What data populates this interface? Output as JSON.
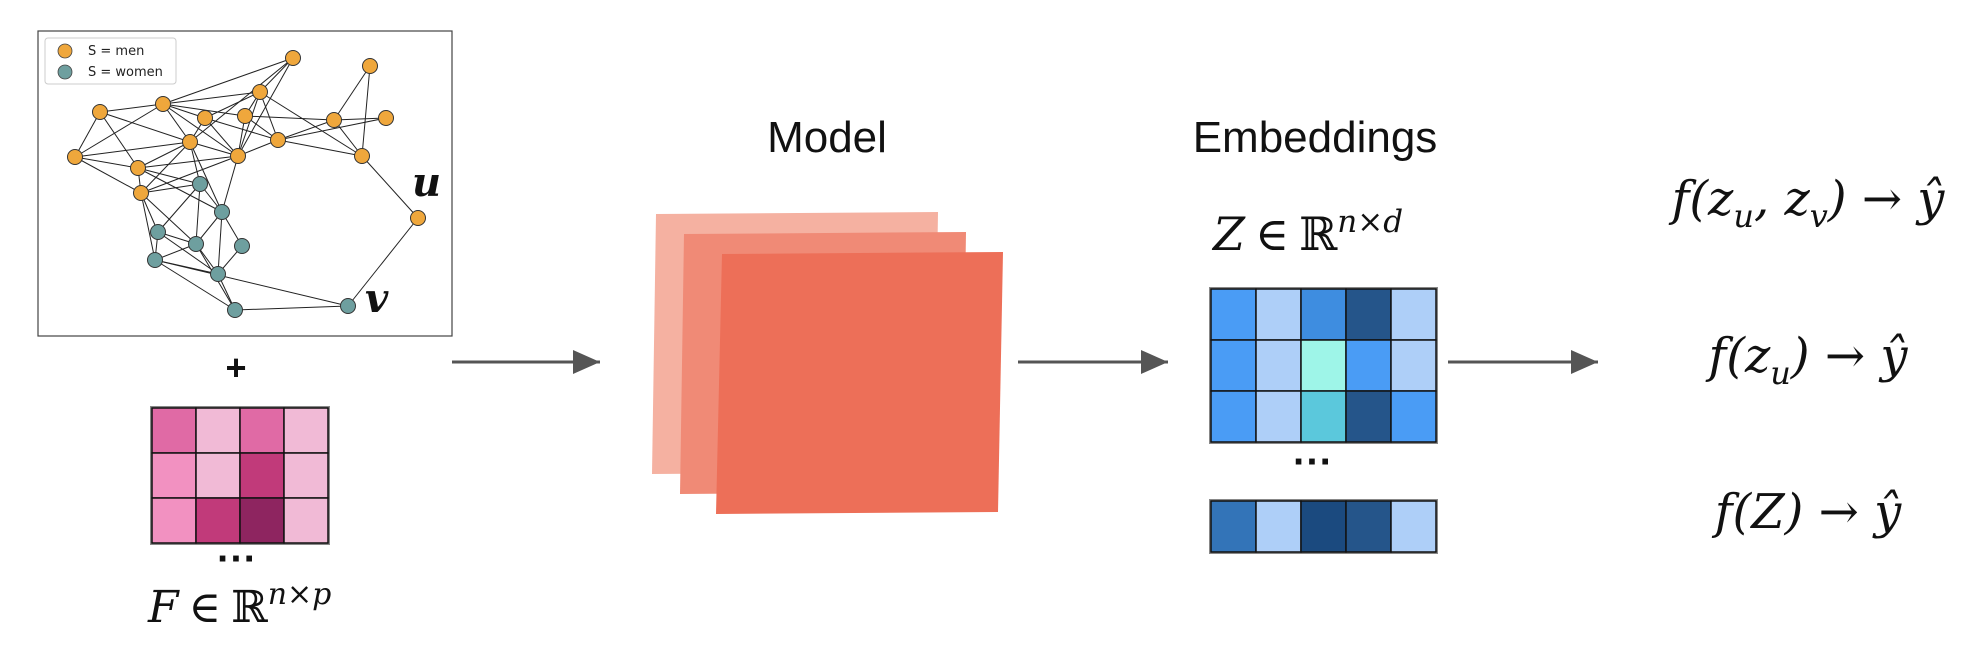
{
  "graph": {
    "legend": [
      {
        "label": "S = men",
        "color": "#EFA73C"
      },
      {
        "label": "S = women",
        "color": "#6E9F9F"
      }
    ],
    "node_u_label": "u",
    "node_v_label": "v"
  },
  "features": {
    "plus": "+",
    "ellipsis": "···",
    "formula": {
      "var": "F",
      "op": "∈",
      "set": "ℝ",
      "sup": "n×p"
    },
    "colors": [
      [
        "#E06AA5",
        "#F1BAD6",
        "#E06AA5",
        "#F1BAD6"
      ],
      [
        "#F291C1",
        "#F1BAD6",
        "#C13A7A",
        "#F1BAD6"
      ],
      [
        "#F291C1",
        "#C13A7A",
        "#8E2560",
        "#F1BAD6"
      ]
    ]
  },
  "model": {
    "label": "Model",
    "colors": [
      "#F5B1A1",
      "#F08A76",
      "#ED6F58"
    ]
  },
  "embeddings": {
    "label": "Embeddings",
    "formula": {
      "var": "Z",
      "op": "∈",
      "set": "ℝ",
      "sup": "n×d"
    },
    "ellipsis": "···",
    "colors": [
      [
        "#4A9CF5",
        "#AECFF8",
        "#3E8DE0",
        "#25558A",
        "#AECFF8"
      ],
      [
        "#4A9CF5",
        "#AECFF8",
        "#9EF5E8",
        "#4A9CF5",
        "#AECFF8"
      ],
      [
        "#4A9CF5",
        "#AECFF8",
        "#5BC8DC",
        "#25558A",
        "#4A9CF5"
      ]
    ],
    "last_row_colors": [
      "#3374B8",
      "#AECFF8",
      "#1B4A7F",
      "#25558A",
      "#AECFF8"
    ]
  },
  "outputs": [
    {
      "text": "f(z",
      "sub1": "u",
      "mid": ", z",
      "sub2": "v",
      "end": ") → ŷ"
    },
    {
      "text": "f(z",
      "sub1": "u",
      "mid": "",
      "sub2": "",
      "end": ") → ŷ"
    },
    {
      "text": "f(Z",
      "sub1": "",
      "mid": "",
      "sub2": "",
      "end": ") → ŷ"
    }
  ]
}
